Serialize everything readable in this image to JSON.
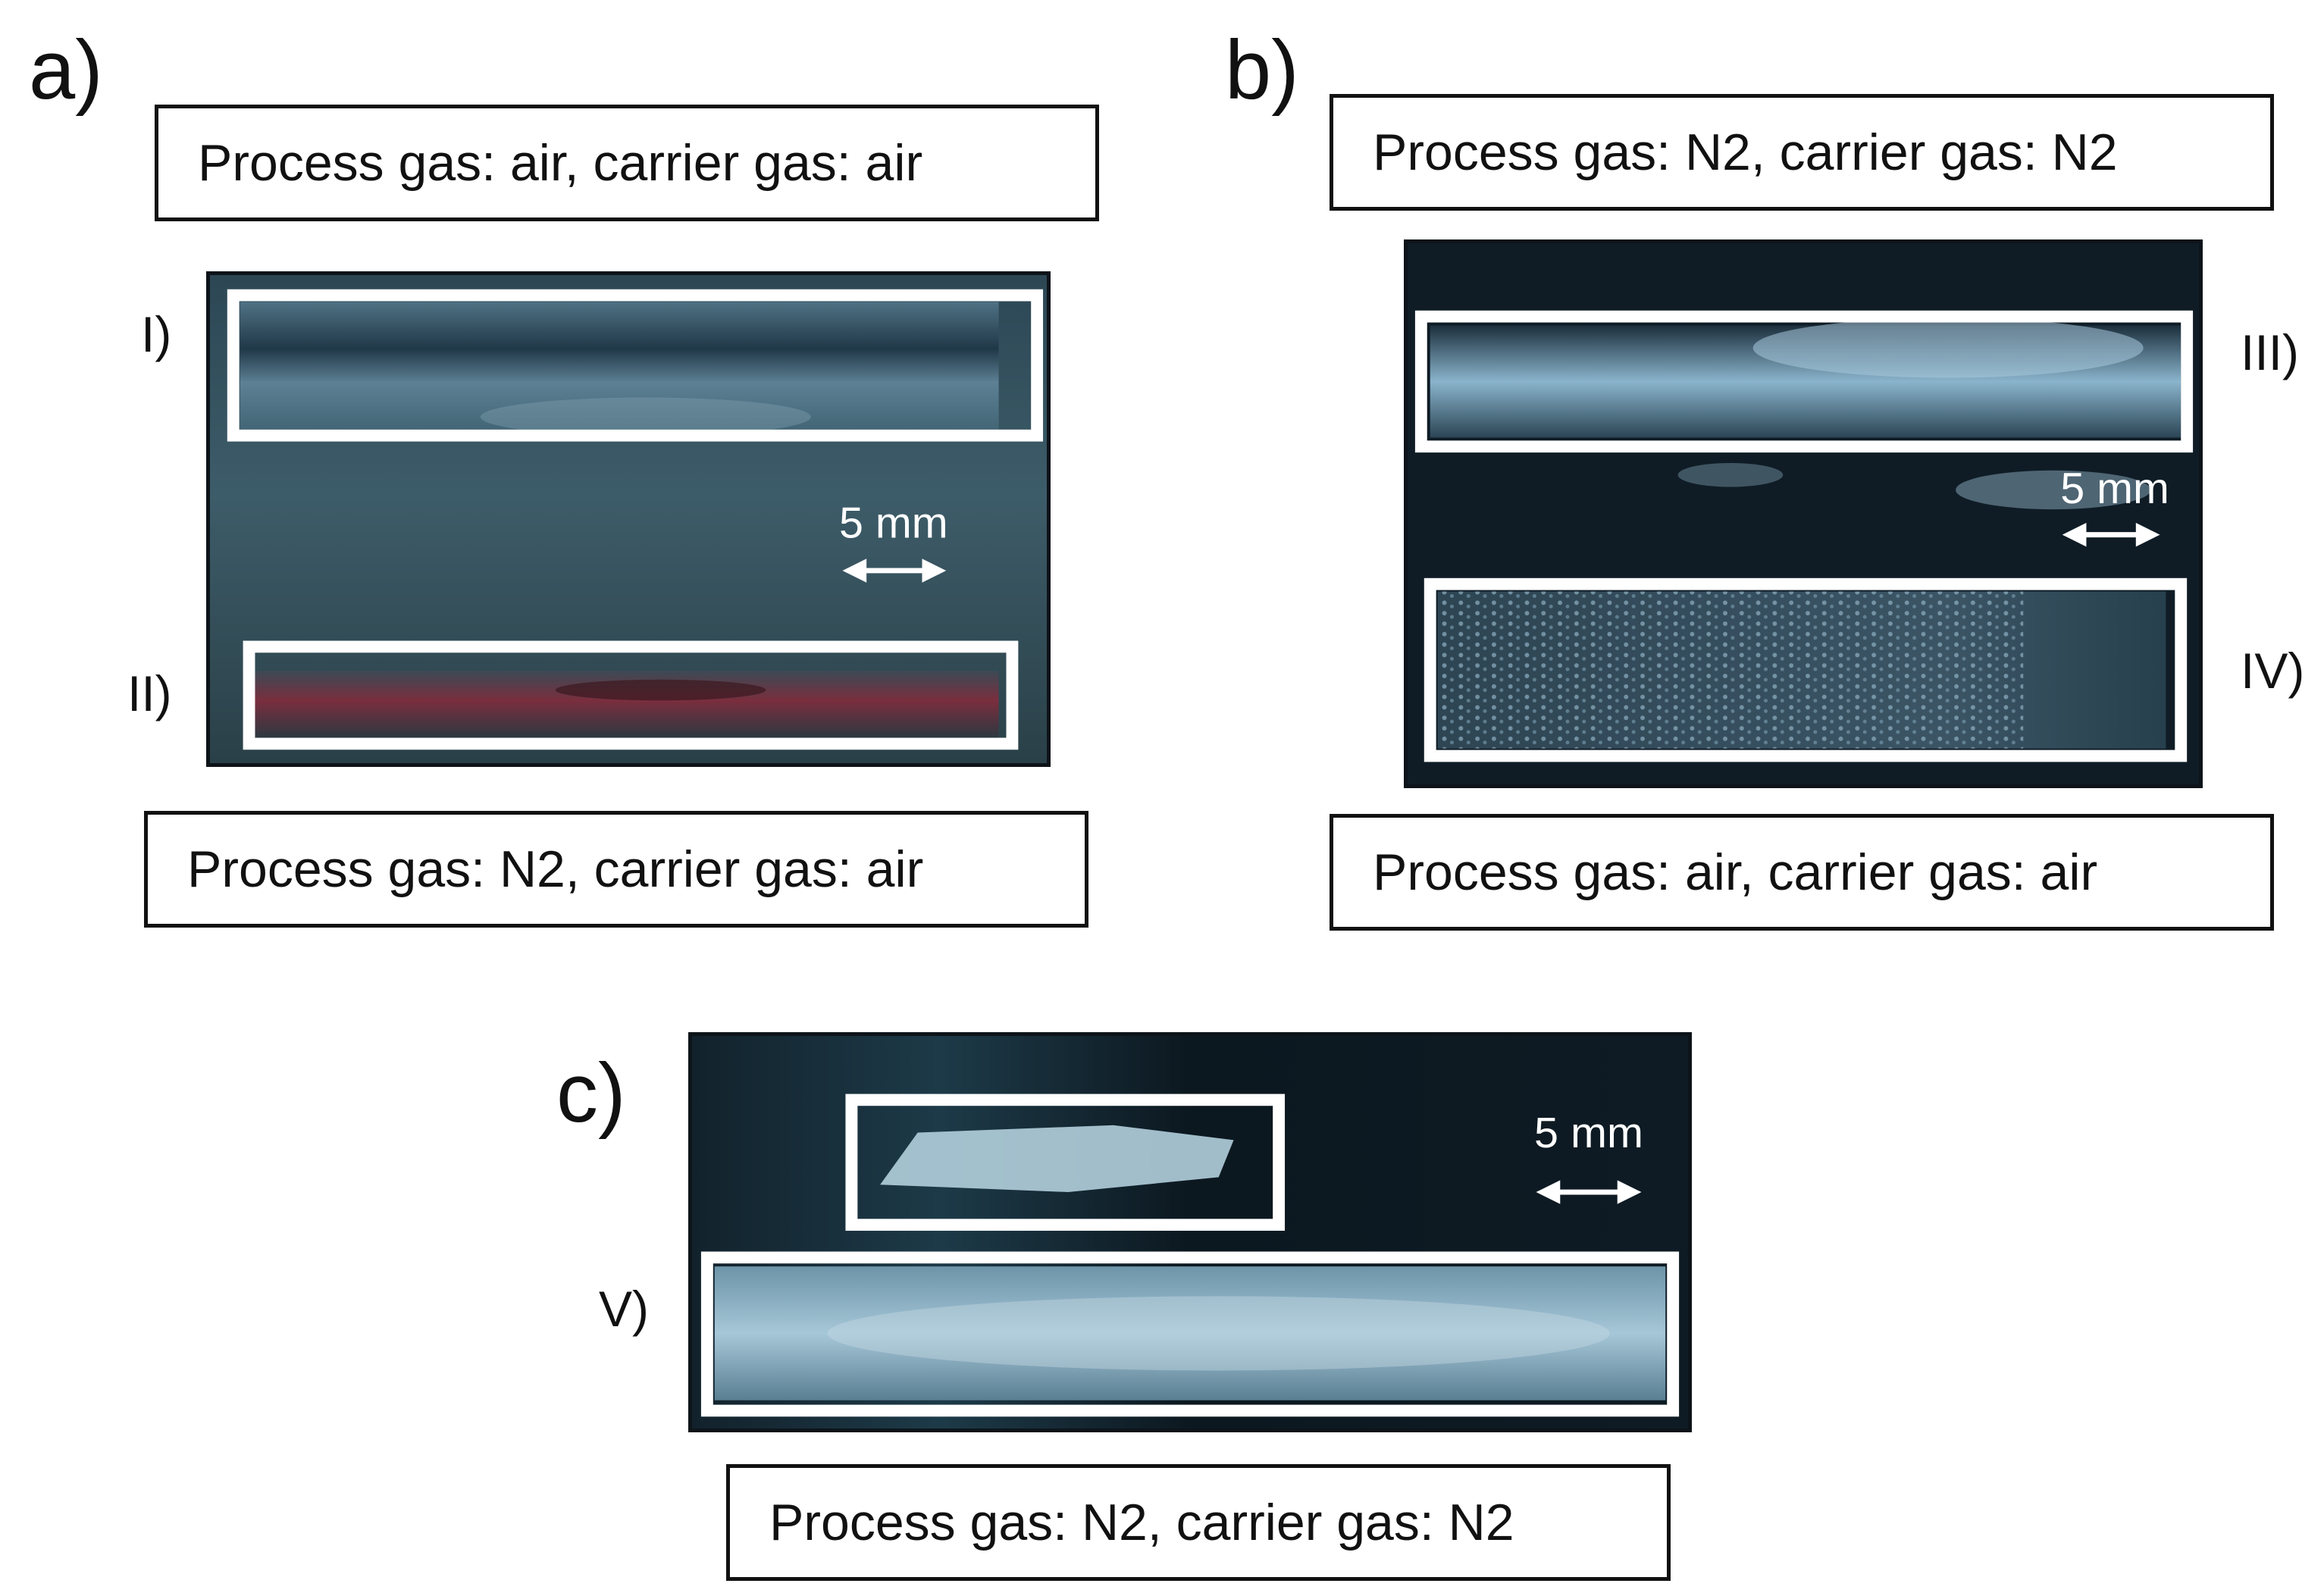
{
  "panels": {
    "a": {
      "letter": "a)",
      "top_label": "Process gas: air, carrier gas: air",
      "bottom_label": "Process gas: N2, carrier gas: air",
      "region_1": "I)",
      "region_2": "II)",
      "scale": "5 mm"
    },
    "b": {
      "letter": "b)",
      "top_label": "Process gas: N2, carrier gas: N2",
      "bottom_label": "Process gas: air, carrier gas: air",
      "region_1": "III)",
      "region_2": "IV)",
      "scale": "5 mm"
    },
    "c": {
      "letter": "c)",
      "bottom_label": "Process gas: N2, carrier gas: N2",
      "region_1": "V)",
      "scale": "5 mm"
    }
  },
  "colors": {
    "photo_a_bg": "#34505c",
    "photo_b_bg": "#0f1c26",
    "photo_c_bg": "#0e1b24",
    "highlight_box": "#ffffff",
    "coating_light": "#9fc3d6",
    "coating_red": "#7a2e3e"
  }
}
